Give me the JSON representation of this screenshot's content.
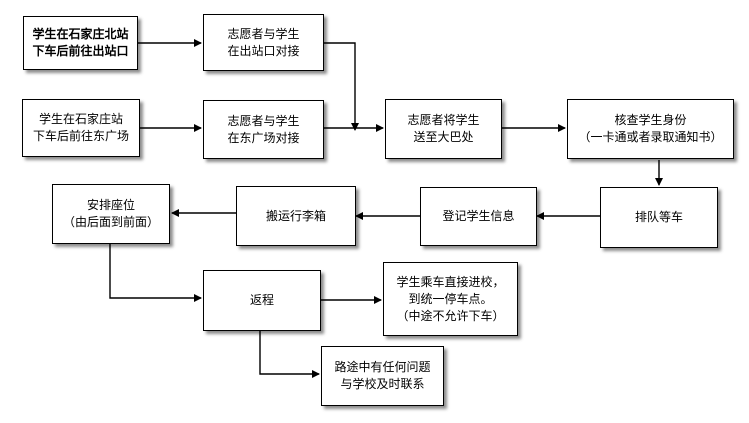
{
  "flowchart": {
    "boxes": {
      "north_station": [
        "学生在石家庄北站",
        "下车后前往出站口"
      ],
      "north_meet": [
        "志愿者与学生",
        "在出站口对接"
      ],
      "main_station": [
        "学生在石家庄站",
        "下车后前往东广场"
      ],
      "main_meet": [
        "志愿者与学生",
        "在东广场对接"
      ],
      "to_bus": [
        "志愿者将学生",
        "送至大巴处"
      ],
      "check_id": [
        "核查学生身份",
        "（一卡通或者录取通知书）"
      ],
      "queue": [
        "排队等车"
      ],
      "register": [
        "登记学生信息"
      ],
      "luggage": [
        "搬运行李箱"
      ],
      "seating": [
        "安排座位",
        "（由后面到前面）"
      ],
      "return": [
        "返程"
      ],
      "direct": [
        "学生乘车直接进校，",
        "到统一停车点。",
        "（中途不允许下车）"
      ],
      "contact": [
        "路途中有任何问题",
        "与学校及时联系"
      ]
    }
  }
}
